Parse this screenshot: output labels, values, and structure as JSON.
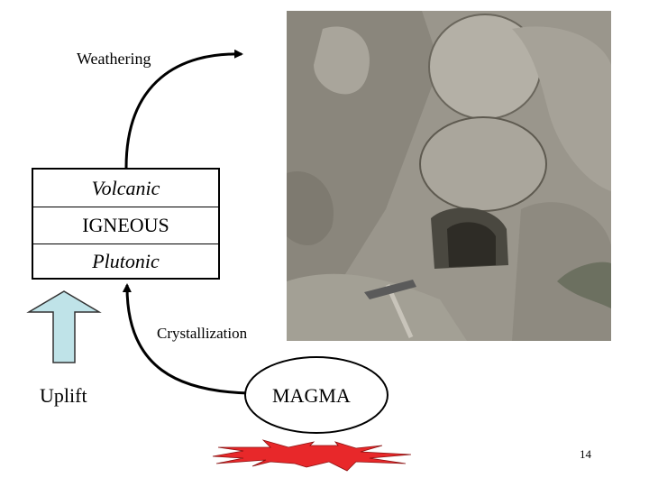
{
  "labels": {
    "weathering": "Weathering",
    "crystallization": "Crystallization",
    "uplift": "Uplift",
    "magma": "MAGMA"
  },
  "rock_box": {
    "volcanic": "Volcanic",
    "igneous": "IGNEOUS",
    "plutonic": "Plutonic"
  },
  "slide_number": "14",
  "colors": {
    "uplift_arrow_fill": "#bfe3e8",
    "heat_burst": "#e8282a",
    "rock_photo": "#9a968c"
  }
}
